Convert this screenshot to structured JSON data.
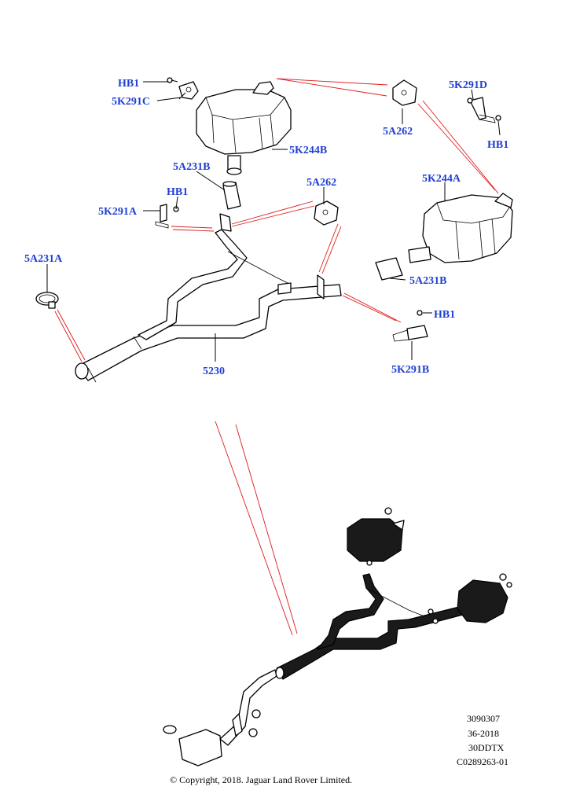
{
  "labels": {
    "hb1_top": "HB1",
    "p5k291c": "5K291C",
    "p5k244b": "5K244B",
    "p5a231b_top": "5A231B",
    "hb1_left": "HB1",
    "p5k291a": "5K291A",
    "p5a262_top": "5A262",
    "p5a262_mid": "5A262",
    "p5k291d": "5K291D",
    "hb1_right_top": "HB1",
    "p5k244a": "5K244A",
    "p5a231b_right": "5A231B",
    "hb1_right_mid": "HB1",
    "p5k291b": "5K291B",
    "p5a231a": "5A231A",
    "p5230": "5230"
  },
  "meta": {
    "line1": "3090307",
    "line2": "36-2018",
    "line3": "30DDTX",
    "line4": "C0289263-01"
  },
  "copyright": "© Copyright, 2018. Jaguar Land Rover Limited.",
  "colors": {
    "label": "#1f3fd4",
    "callout_line": "#e01a1a",
    "outline": "#000000"
  }
}
